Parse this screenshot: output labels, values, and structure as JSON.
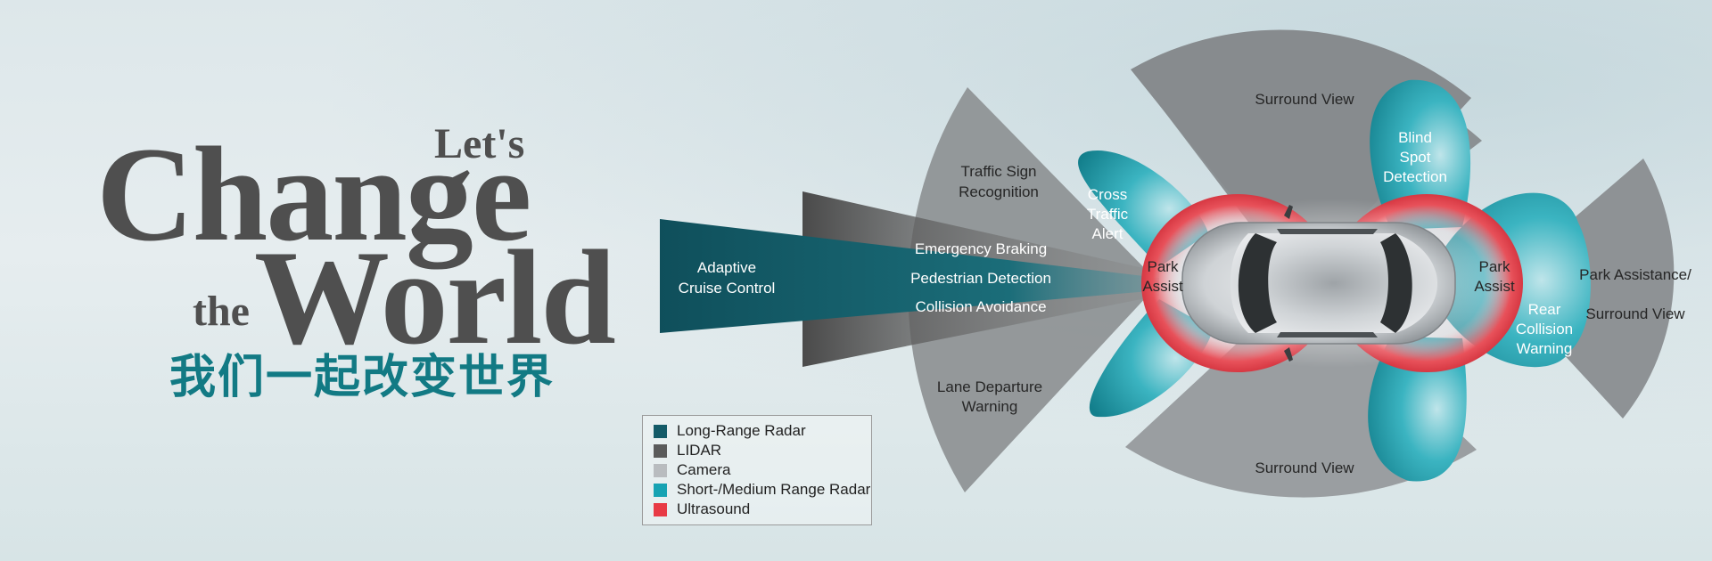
{
  "headline": {
    "lets": "Let's",
    "change": "Change",
    "the": "the",
    "world": "World",
    "chinese": "我们一起改变世界"
  },
  "colors": {
    "long_range_radar": "#145b68",
    "lidar": "#5b5b5b",
    "camera": "#a9adb0",
    "short_medium_radar": "#17a3b3",
    "ultrasound": "#e83a45",
    "headline_text": "#4f4f4f",
    "chinese_text": "#127a84"
  },
  "zones": {
    "adaptive_cruise": [
      "Adaptive",
      "Cruise Control"
    ],
    "traffic_sign": [
      "Traffic Sign",
      "Recognition"
    ],
    "cross_traffic": [
      "Cross",
      "Traffic",
      "Alert"
    ],
    "emergency_braking": "Emergency Braking",
    "pedestrian_detection": "Pedestrian Detection",
    "collision_avoidance": "Collision Avoidance",
    "lane_departure": [
      "Lane Departure",
      "Warning"
    ],
    "surround_view_top": "Surround View",
    "surround_view_bottom": "Surround View",
    "blind_spot": [
      "Blind",
      "Spot",
      "Detection"
    ],
    "park_assist_front": [
      "Park",
      "Assist"
    ],
    "park_assist_rear": [
      "Park",
      "Assist"
    ],
    "rear_collision": [
      "Rear",
      "Collision",
      "Warning"
    ],
    "park_assistance_surround": [
      "Park Assistance/",
      "Surround View"
    ]
  },
  "legend": [
    {
      "label": "Long-Range Radar",
      "color": "#145b68"
    },
    {
      "label": "LIDAR",
      "color": "#5b5b5b"
    },
    {
      "label": "Camera",
      "color": "#b9bcbf"
    },
    {
      "label": "Short-/Medium Range Radar",
      "color": "#17a3b3"
    },
    {
      "label": "Ultrasound",
      "color": "#e83a45"
    }
  ]
}
